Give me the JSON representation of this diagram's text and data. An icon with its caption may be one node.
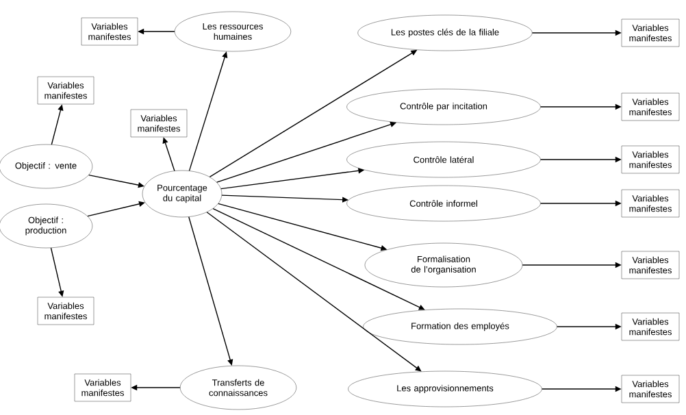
{
  "diagram": {
    "nodes": [
      {
        "text": [
          "Pourcentage du capital"
        ]
      },
      {
        "text": [
          "Les ressources humaines"
        ]
      },
      {
        "text": [
          "Variables manifestes"
        ]
      },
      {
        "text": [
          "Objectif : vente"
        ]
      },
      {
        "text": [
          "Variables manifestes"
        ]
      },
      {
        "text": [
          "Objectif : production"
        ]
      },
      {
        "text": [
          "Variables manifestes"
        ]
      },
      {
        "text": [
          "Variables manifestes"
        ]
      },
      {
        "text": [
          "Transferts de connaissances"
        ]
      },
      {
        "text": [
          "Variables manifestes"
        ]
      },
      {
        "text": [
          "Les postes clés de la filiale"
        ]
      },
      {
        "text": [
          "Contrôle par incitation"
        ]
      },
      {
        "text": [
          "Contrôle latéral"
        ]
      },
      {
        "text": [
          "Contrôle informel"
        ]
      },
      {
        "text": [
          "Formalisation de l’organisation"
        ]
      },
      {
        "text": [
          "Formation des employés"
        ]
      },
      {
        "text": [
          "Les approvisionnements"
        ]
      },
      {
        "text": [
          "Variables manifestes"
        ]
      },
      {
        "text": [
          "Variables manifestes"
        ]
      },
      {
        "text": [
          "Variables manifestes"
        ]
      },
      {
        "text": [
          "Variables manifestes"
        ]
      },
      {
        "text": [
          "Variables manifestes"
        ]
      },
      {
        "text": [
          "Variables manifestes"
        ]
      },
      {
        "text": [
          "Variables manifestes"
        ]
      }
    ],
    "edges": [
      {
        "from": 0,
        "to": 1,
        "arrow": "to"
      },
      {
        "from": 1,
        "to": 2,
        "arrow": "to"
      },
      {
        "from": 3,
        "to": 4,
        "arrow": "to"
      },
      {
        "from": 3,
        "to": 0,
        "arrow": "to"
      },
      {
        "from": 5,
        "to": 0,
        "arrow": "to"
      },
      {
        "from": 5,
        "to": 6,
        "arrow": "to"
      },
      {
        "from": 0,
        "to": 7,
        "arrow": "to"
      },
      {
        "from": 0,
        "to": 8,
        "arrow": "to"
      },
      {
        "from": 8,
        "to": 9,
        "arrow": "to"
      },
      {
        "from": 0,
        "to": 10,
        "arrow": "to"
      },
      {
        "from": 0,
        "to": 11,
        "arrow": "to"
      },
      {
        "from": 0,
        "to": 12,
        "arrow": "to"
      },
      {
        "from": 0,
        "to": 13,
        "arrow": "to"
      },
      {
        "from": 0,
        "to": 14,
        "arrow": "to"
      },
      {
        "from": 0,
        "to": 15,
        "arrow": "to"
      },
      {
        "from": 0,
        "to": 16,
        "arrow": "to"
      },
      {
        "from": 10,
        "to": 17,
        "arrow": "to"
      },
      {
        "from": 11,
        "to": 18,
        "arrow": "to"
      },
      {
        "from": 12,
        "to": 19,
        "arrow": "to"
      },
      {
        "from": 13,
        "to": 20,
        "arrow": "to"
      },
      {
        "from": 14,
        "to": 21,
        "arrow": "to"
      },
      {
        "from": 15,
        "to": 22,
        "arrow": "to"
      },
      {
        "from": 16,
        "to": 23,
        "arrow": "to"
      }
    ]
  }
}
